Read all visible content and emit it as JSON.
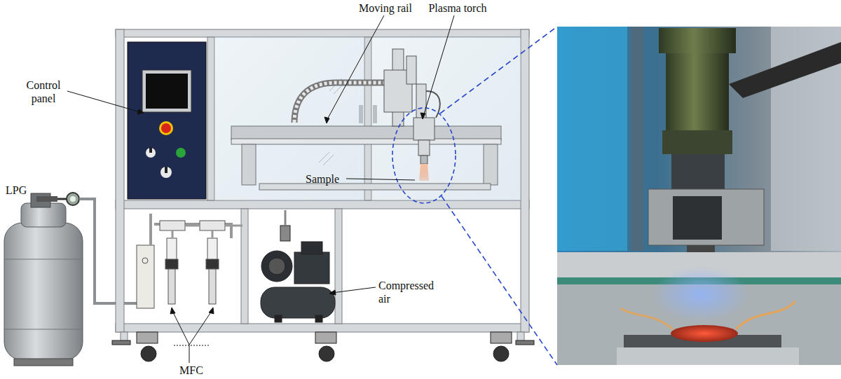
{
  "diagram": {
    "labels": [
      "Moving rail",
      "Plasma torch",
      "Control panel",
      "Sample",
      "LPG",
      "Compressed air",
      "MFC"
    ]
  }
}
